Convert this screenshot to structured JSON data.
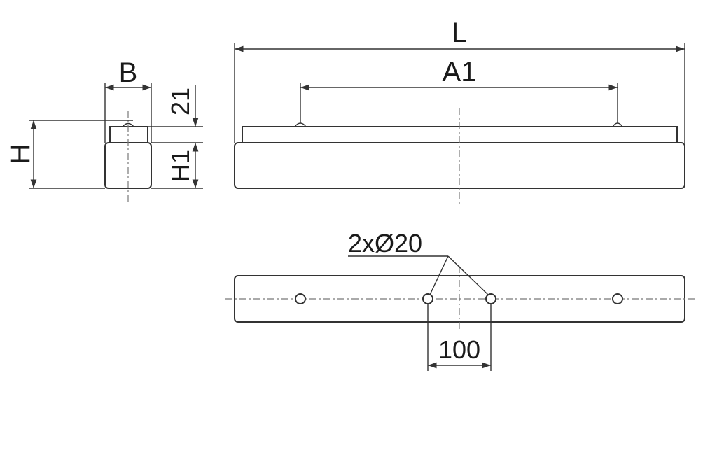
{
  "labels": {
    "length": "L",
    "mount_spacing": "A1",
    "width": "B",
    "height": "H",
    "height_h1": "H1",
    "top_height": "21",
    "holes": "2xØ20",
    "hole_spacing": "100"
  },
  "colors": {
    "line": "#333333",
    "centerline": "#777777",
    "background": "#ffffff"
  }
}
